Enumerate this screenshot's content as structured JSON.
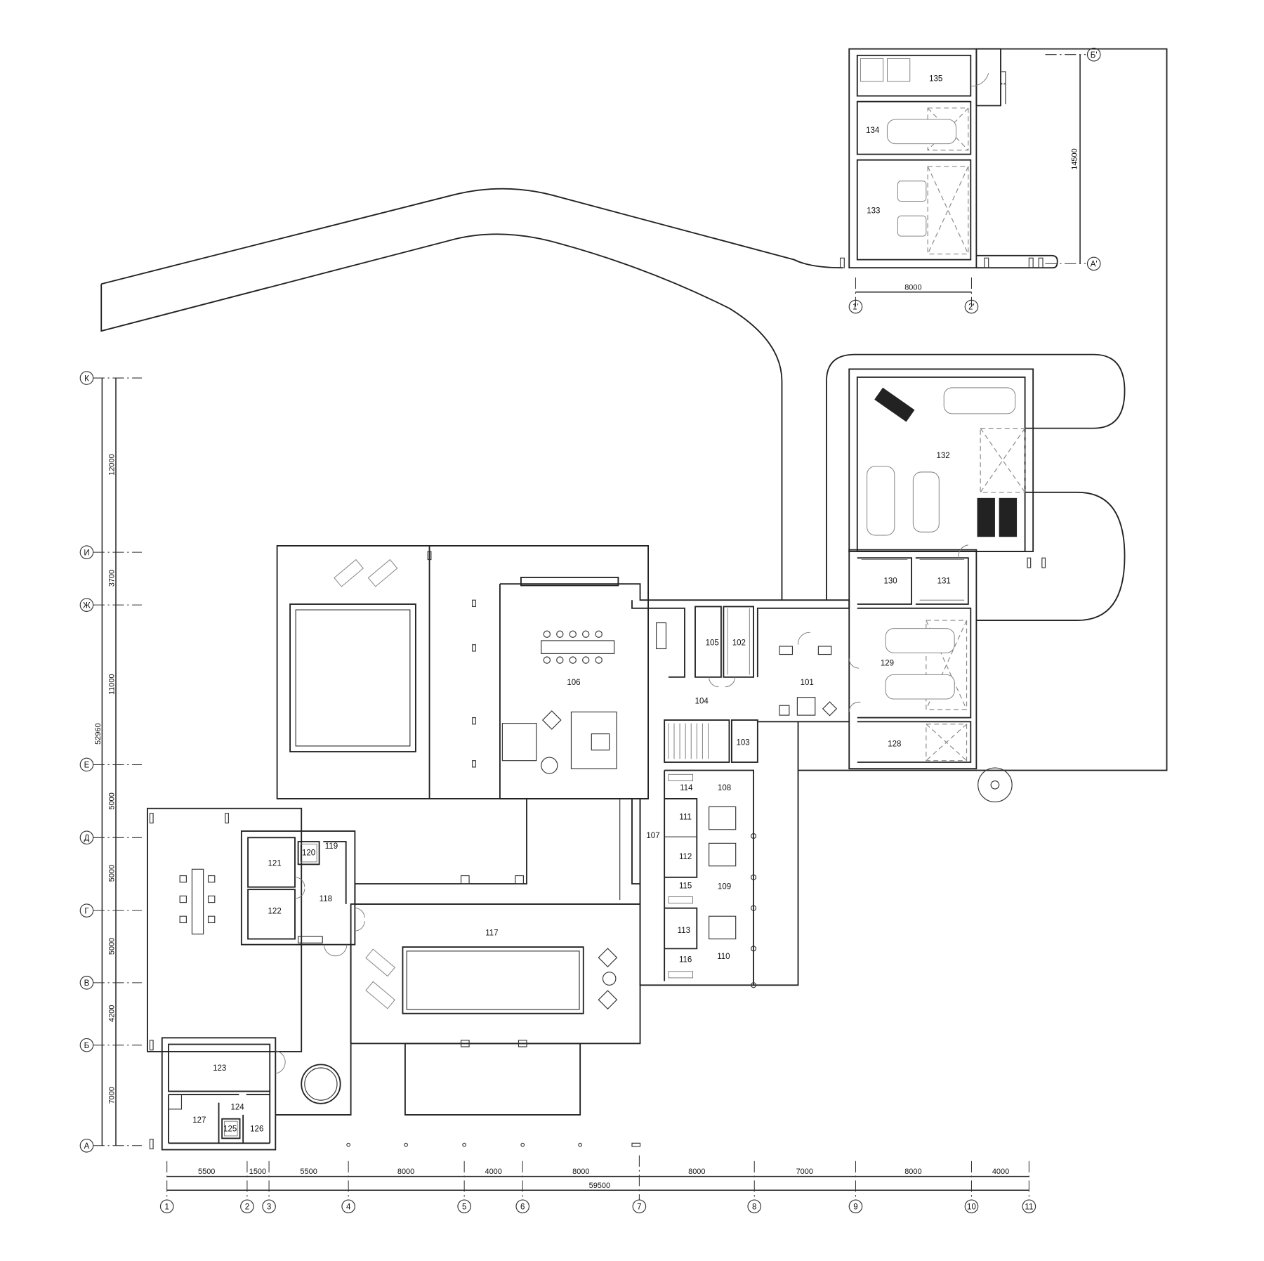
{
  "title": "Floor plan",
  "rooms": {
    "r101": "101",
    "r102": "102",
    "r103": "103",
    "r104": "104",
    "r105": "105",
    "r106": "106",
    "r107": "107",
    "r108": "108",
    "r109": "109",
    "r110": "110",
    "r111": "111",
    "r112": "112",
    "r113": "113",
    "r114": "114",
    "r115": "115",
    "r116": "116",
    "r117": "117",
    "r118": "118",
    "r119": "119",
    "r120": "120",
    "r121": "121",
    "r122": "122",
    "r123": "123",
    "r124": "124",
    "r125": "125",
    "r126": "126",
    "r127": "127",
    "r128": "128",
    "r129": "129",
    "r130": "130",
    "r131": "131",
    "r132": "132",
    "r133": "133",
    "r134": "134",
    "r135": "135"
  },
  "axes_rows": [
    "К",
    "И",
    "Ж",
    "Е",
    "Д",
    "Г",
    "В",
    "Б",
    "А"
  ],
  "axes_cols": [
    "1",
    "2",
    "3",
    "4",
    "5",
    "6",
    "7",
    "8",
    "9",
    "10",
    "11"
  ],
  "axes_garage": {
    "cols": [
      "1'",
      "2'"
    ],
    "rows": [
      "Б'",
      "А'"
    ]
  },
  "dims_rows": [
    "12000",
    "3700",
    "11000",
    "5000",
    "5000",
    "5000",
    "4200",
    "7000"
  ],
  "dims_rows_total": "52960",
  "dims_cols": [
    "5500",
    "1500",
    "5500",
    "8000",
    "4000",
    "8000",
    "8000",
    "7000",
    "8000",
    "4000"
  ],
  "dims_cols_total": "59500",
  "dims_garage": {
    "width": "8000",
    "height": "14500"
  }
}
